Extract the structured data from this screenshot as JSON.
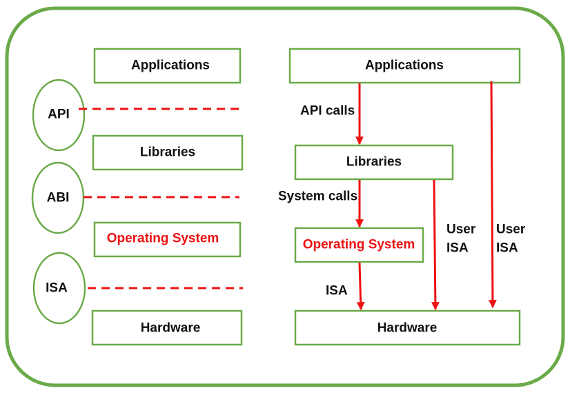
{
  "colors": {
    "frame": "#6aaa48",
    "box_border": "#6aaa48",
    "accent": "#ee1111",
    "text": "#111111",
    "background": "#ffffff"
  },
  "left_stack": {
    "applications": "Applications",
    "libraries": "Libraries",
    "operating_system": "Operating System",
    "hardware": "Hardware"
  },
  "interfaces": {
    "api": "API",
    "abi": "ABI",
    "isa": "ISA"
  },
  "right_stack": {
    "applications": "Applications",
    "libraries": "Libraries",
    "operating_system": "Operating System",
    "hardware": "Hardware"
  },
  "arrow_labels": {
    "api_calls": "API calls",
    "system_calls": "System calls",
    "isa": "ISA",
    "user_isa_libraries": {
      "line1": "User",
      "line2": "ISA"
    },
    "user_isa_applications": {
      "line1": "User",
      "line2": "ISA"
    }
  }
}
